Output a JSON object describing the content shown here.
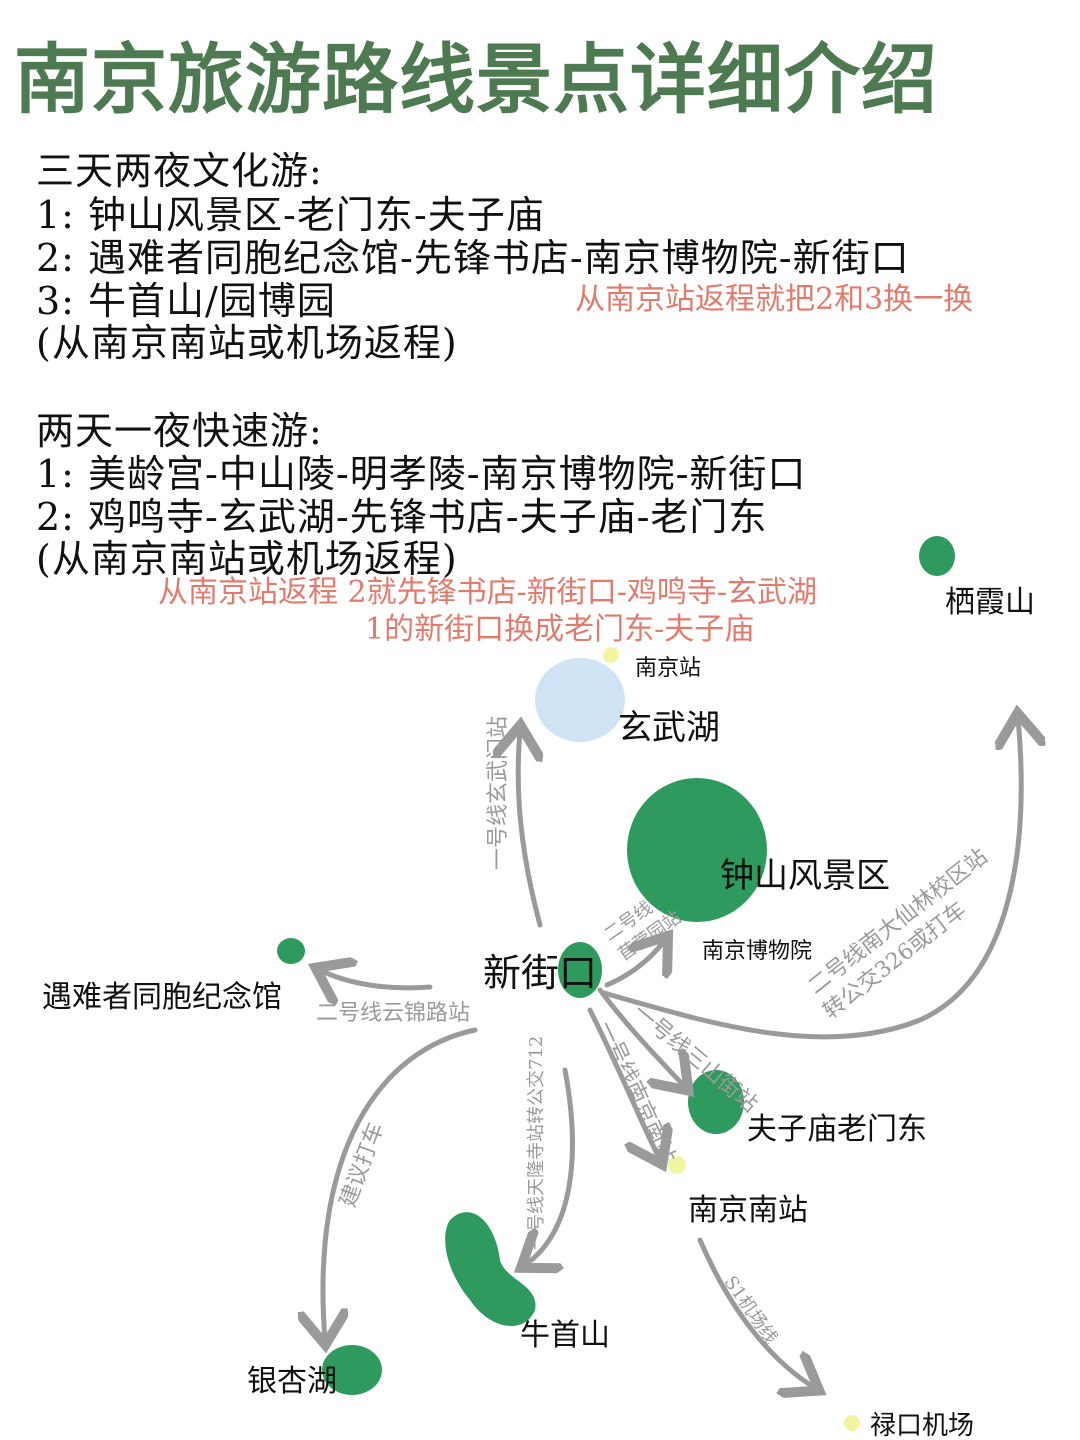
{
  "title": "南京旅游路线景点详细介绍",
  "plan_3day": {
    "heading": "三天两夜文化游:",
    "day1": "1: 钟山风景区-老门东-夫子庙",
    "day2": "2: 遇难者同胞纪念馆-先锋书店-南京博物院-新街口",
    "day3": "3: 牛首山/园博园",
    "note": "(从南京南站或机场返程)",
    "red_note": "从南京站返程就把2和3换一换"
  },
  "plan_2day": {
    "heading": "两天一夜快速游:",
    "day1": "1: 美龄宫-中山陵-明孝陵-南京博物院-新街口",
    "day2": "2: 鸡鸣寺-玄武湖-先锋书店-夫子庙-老门东",
    "note": "(从南京南站或机场返程)",
    "red_note1": "从南京站返程 2就先锋书店-新街口-鸡鸣寺-玄武湖",
    "red_note2": "1的新街口换成老门东-夫子庙"
  },
  "map": {
    "places": {
      "qixiashan": "栖霞山",
      "nanjing_station": "南京站",
      "xuanwu_lake": "玄武湖",
      "zhongshan": "钟山风景区",
      "museum": "南京博物院",
      "xinjiekou": "新街口",
      "memorial": "遇难者同胞纪念馆",
      "fuzimiao": "夫子庙老门东",
      "south_station": "南京南站",
      "niushoushan": "牛首山",
      "yinxing_lake": "银杏湖",
      "lukou_airport": "禄口机场"
    },
    "routes": {
      "to_xuanwu": "一号线玄武门站",
      "to_museum_1": "二号线",
      "to_museum_2": "苜蓿园站",
      "to_qixia_1": "二号线南大仙林校区站",
      "to_qixia_2": "转公交326或打车",
      "to_memorial": "二号线云锦路站",
      "to_fuzimiao": "一号线三山街站",
      "to_south": "一号线南京南站",
      "to_niushou": "一号线天隆寺站转公交712",
      "to_yinxing": "建议打车",
      "to_airport": "S1机场线"
    }
  },
  "colors": {
    "title": "#4d7a50",
    "note_red": "#e27b6c",
    "spot_green": "#2f9a5e",
    "lake_blue": "#cfe3f5",
    "station_yellow": "#f2f5a0",
    "arrow_gray": "#9a9a9a"
  }
}
